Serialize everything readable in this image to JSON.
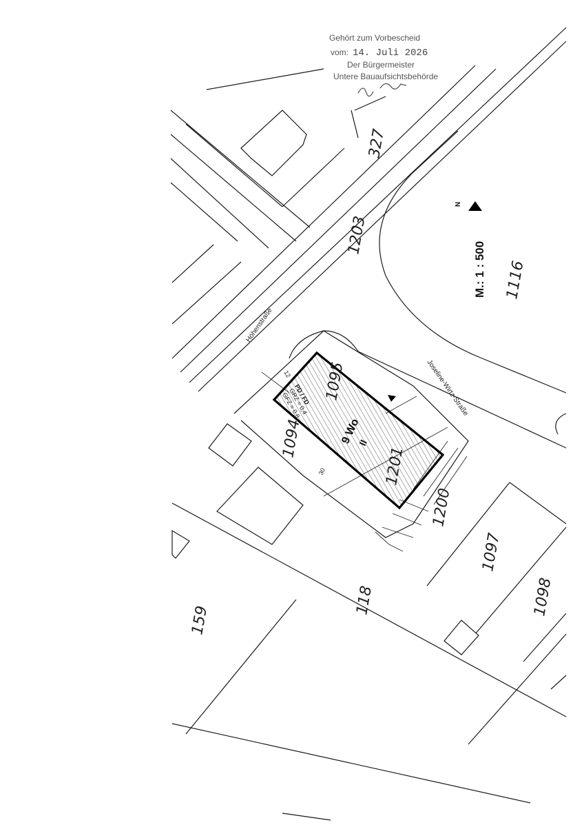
{
  "stamp": {
    "line1": "Gehört zum Vorbescheid",
    "line2_prefix": "vom:",
    "date": "14. Juli 2026",
    "line3": "Der Bürgermeister",
    "line4": "Untere Bauaufsichtsbehörde"
  },
  "map": {
    "scale": "M.: 1 : 500",
    "north": "N",
    "streets": {
      "hoehenstrasse": "Höhenstraße",
      "joseline": "Joseline-Wirtz-Straße"
    },
    "parcels": {
      "p327": "327",
      "p1203": "1203",
      "p1116": "1116",
      "p1094": "1094",
      "p1095": "1095",
      "p1201": "1201",
      "p1200": "1200",
      "p1097": "1097",
      "p1098": "1098",
      "p118": "118",
      "p159": "159"
    },
    "building": {
      "use": "9 Wo",
      "storeys": "II",
      "roof": "PD / FD",
      "grz": "GRZ = 0,4",
      "gfz": "GFZ = 0,8"
    },
    "dims": {
      "d12": "12",
      "d30": "30"
    }
  }
}
